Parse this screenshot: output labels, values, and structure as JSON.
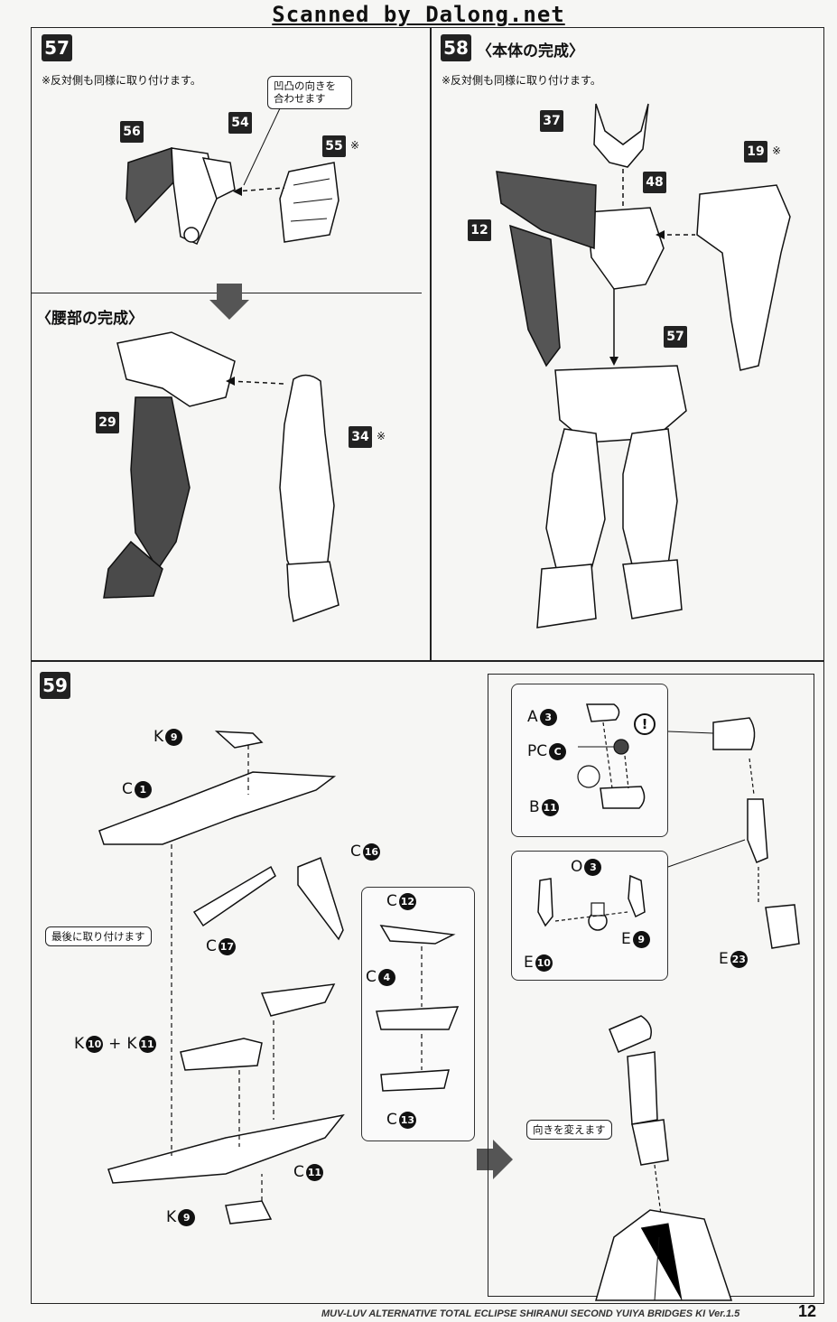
{
  "watermark": "Scanned by Dalong.net",
  "step57": {
    "number": "57",
    "note": "※反対側も同様に取り付けます。",
    "callout": "凹凸の向きを合わせます",
    "parts": [
      "56",
      "54",
      "55"
    ],
    "section_title": "〈腰部の完成〉",
    "section_parts": [
      "29",
      "34"
    ]
  },
  "step58": {
    "number": "58",
    "title": "〈本体の完成〉",
    "note": "※反対側も同様に取り付けます。",
    "parts": [
      "37",
      "48",
      "19",
      "12",
      "57"
    ]
  },
  "step59": {
    "number": "59",
    "labels": {
      "k9_top": {
        "letter": "K",
        "num": "9"
      },
      "c1": {
        "letter": "C",
        "num": "1"
      },
      "c16": {
        "letter": "C",
        "num": "16"
      },
      "c17": {
        "letter": "C",
        "num": "17"
      },
      "c12": {
        "letter": "C",
        "num": "12"
      },
      "c4": {
        "letter": "C",
        "num": "4"
      },
      "c13": {
        "letter": "C",
        "num": "13"
      },
      "k10": {
        "letter": "K",
        "num": "10"
      },
      "k11": {
        "letter": "K",
        "num": "11"
      },
      "c11": {
        "letter": "C",
        "num": "11"
      },
      "k9_bottom": {
        "letter": "K",
        "num": "9"
      },
      "plus": "+"
    },
    "callout_last": "最後に取り付けます",
    "sub1": {
      "a3": {
        "letter": "A",
        "num": "3"
      },
      "pcc": {
        "letter": "PC",
        "num": "C"
      },
      "b11": {
        "letter": "B",
        "num": "11"
      },
      "warning": "!"
    },
    "sub2": {
      "o3": {
        "letter": "O",
        "num": "3"
      },
      "e9": {
        "letter": "E",
        "num": "9"
      },
      "e10": {
        "letter": "E",
        "num": "10"
      }
    },
    "e23": {
      "letter": "E",
      "num": "23"
    },
    "callout_turn": "向きを変えます"
  },
  "asterisk": "※",
  "footer": {
    "text": "MUV-LUV ALTERNATIVE TOTAL ECLIPSE  SHIRANUI SECOND YUIYA BRIDGES KI Ver.1.5",
    "page": "12"
  }
}
